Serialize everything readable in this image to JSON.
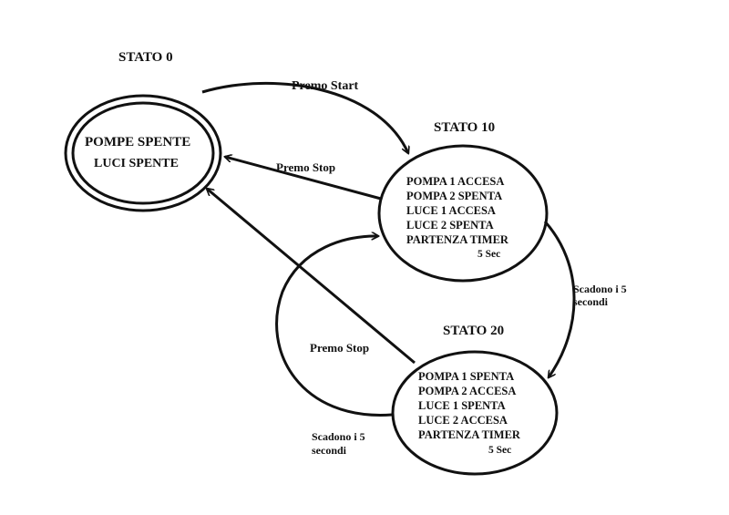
{
  "states": {
    "s0": {
      "title": "STATO 0",
      "lines": [
        "POMPE SPENTE",
        "LUCI SPENTE"
      ]
    },
    "s10": {
      "title": "STATO 10",
      "lines": [
        "POMPA 1 ACCESA",
        "POMPA 2 SPENTA",
        "LUCE 1 ACCESA",
        "LUCE 2 SPENTA",
        "PARTENZA TIMER",
        "5 Sec"
      ]
    },
    "s20": {
      "title": "STATO 20",
      "lines": [
        "POMPA 1 SPENTA",
        "POMPA 2 ACCESA",
        "LUCE 1 SPENTA",
        "LUCE 2 ACCESA",
        "PARTENZA TIMER",
        "5 Sec"
      ]
    }
  },
  "transitions": {
    "start_0_10": "Premo Start",
    "stop_10_0": "Premo Stop",
    "timeout_10_20": [
      "Scadono i 5",
      "secondi"
    ],
    "stop_20_0": "Premo Stop",
    "timeout_20_10": [
      "Scadono i 5",
      "secondi"
    ]
  }
}
